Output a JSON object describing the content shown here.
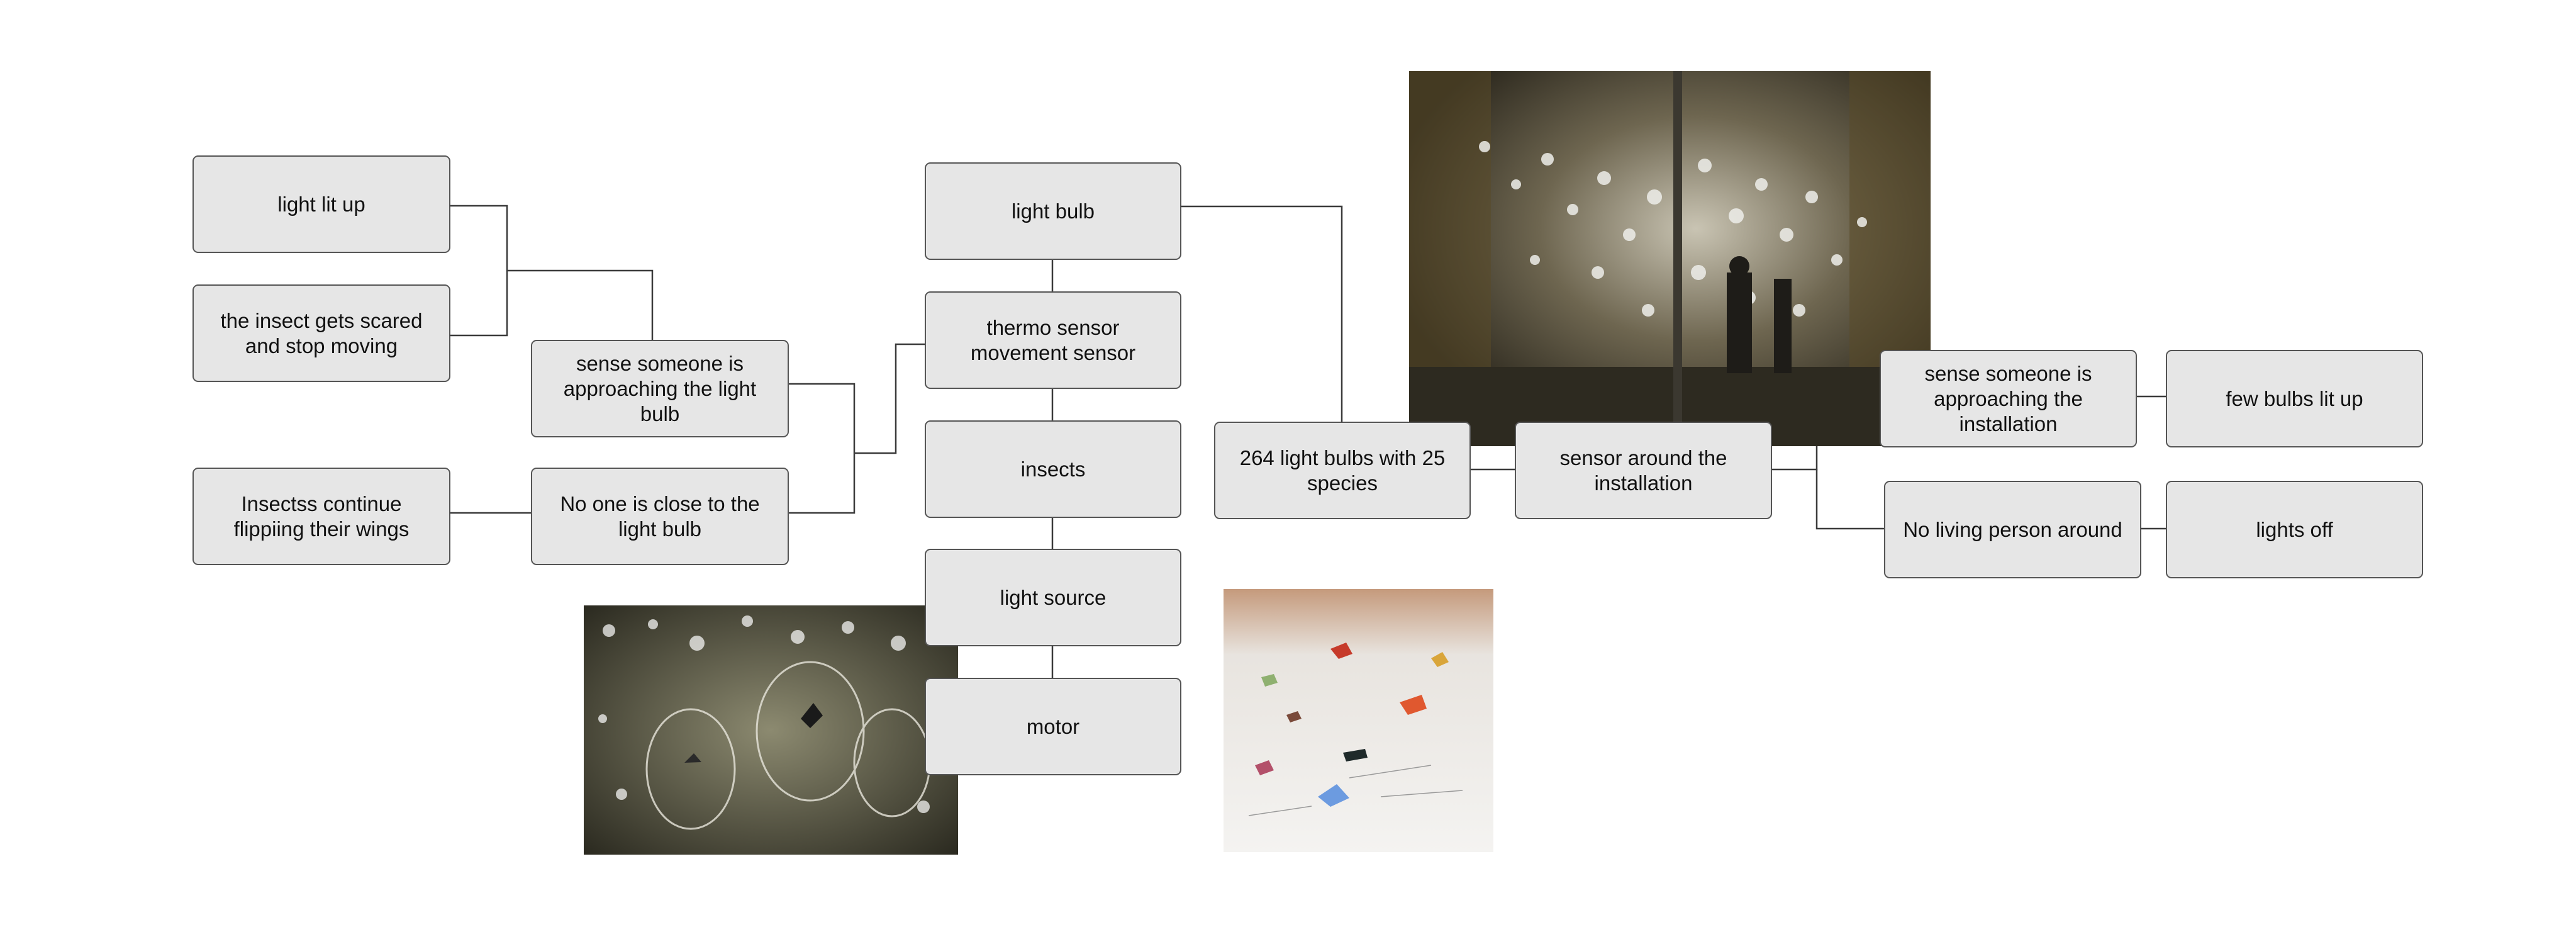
{
  "nodes": {
    "light_lit_up": "light lit up",
    "insect_scared": "the insect gets scared and stop moving",
    "sense_approach_bulb": "sense someone is approaching the light bulb",
    "insects_continue": "Insectss continue flippiing their wings",
    "no_one_close": "No one is close to the light bulb",
    "light_bulb": "light bulb",
    "thermo_sensor": "thermo sensor movement sensor",
    "insects": "insects",
    "light_source": "light source",
    "motor": "motor",
    "bulbs_species": "264 light bulbs with 25 species",
    "sensor_around": "sensor around the installation",
    "sense_approach_install": "sense someone is approaching the installation",
    "few_bulbs": "few bulbs lit up",
    "no_living_person": "No living person around",
    "lights_off": "lights off"
  },
  "images": [
    {
      "name": "installation-hall-photo",
      "subject": "hall with hundreds of hanging light bulbs"
    },
    {
      "name": "bulbs-closeup-photo",
      "subject": "close-up of glass light bulbs with insects"
    },
    {
      "name": "insects-display-photo",
      "subject": "colorful mechanical insects on white surface"
    }
  ],
  "colors": {
    "node_fill": "#e6e6e6",
    "node_border": "#555555",
    "connector": "#3a3a3a"
  }
}
